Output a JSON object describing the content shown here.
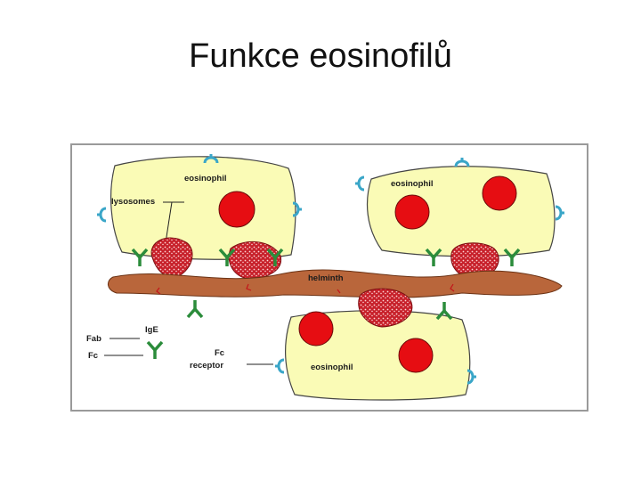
{
  "slide": {
    "title": "Funkce eosinofilů"
  },
  "diagram": {
    "labels": {
      "eosinophil": "eosinophil",
      "lysosomes": "lysosomes",
      "helminth": "helminth",
      "fab": "Fab",
      "fc": "Fc",
      "ige": "IgE",
      "fc_receptor_line1": "Fc",
      "fc_receptor_line2": "receptor"
    },
    "colors": {
      "cell_fill": "#fafbb6",
      "nucleus": "#e60d12",
      "helminth": "#b9663b",
      "lysosome": "#c7202a",
      "antibody": "#2b8c3b",
      "receptor": "#3aa6c8"
    }
  }
}
